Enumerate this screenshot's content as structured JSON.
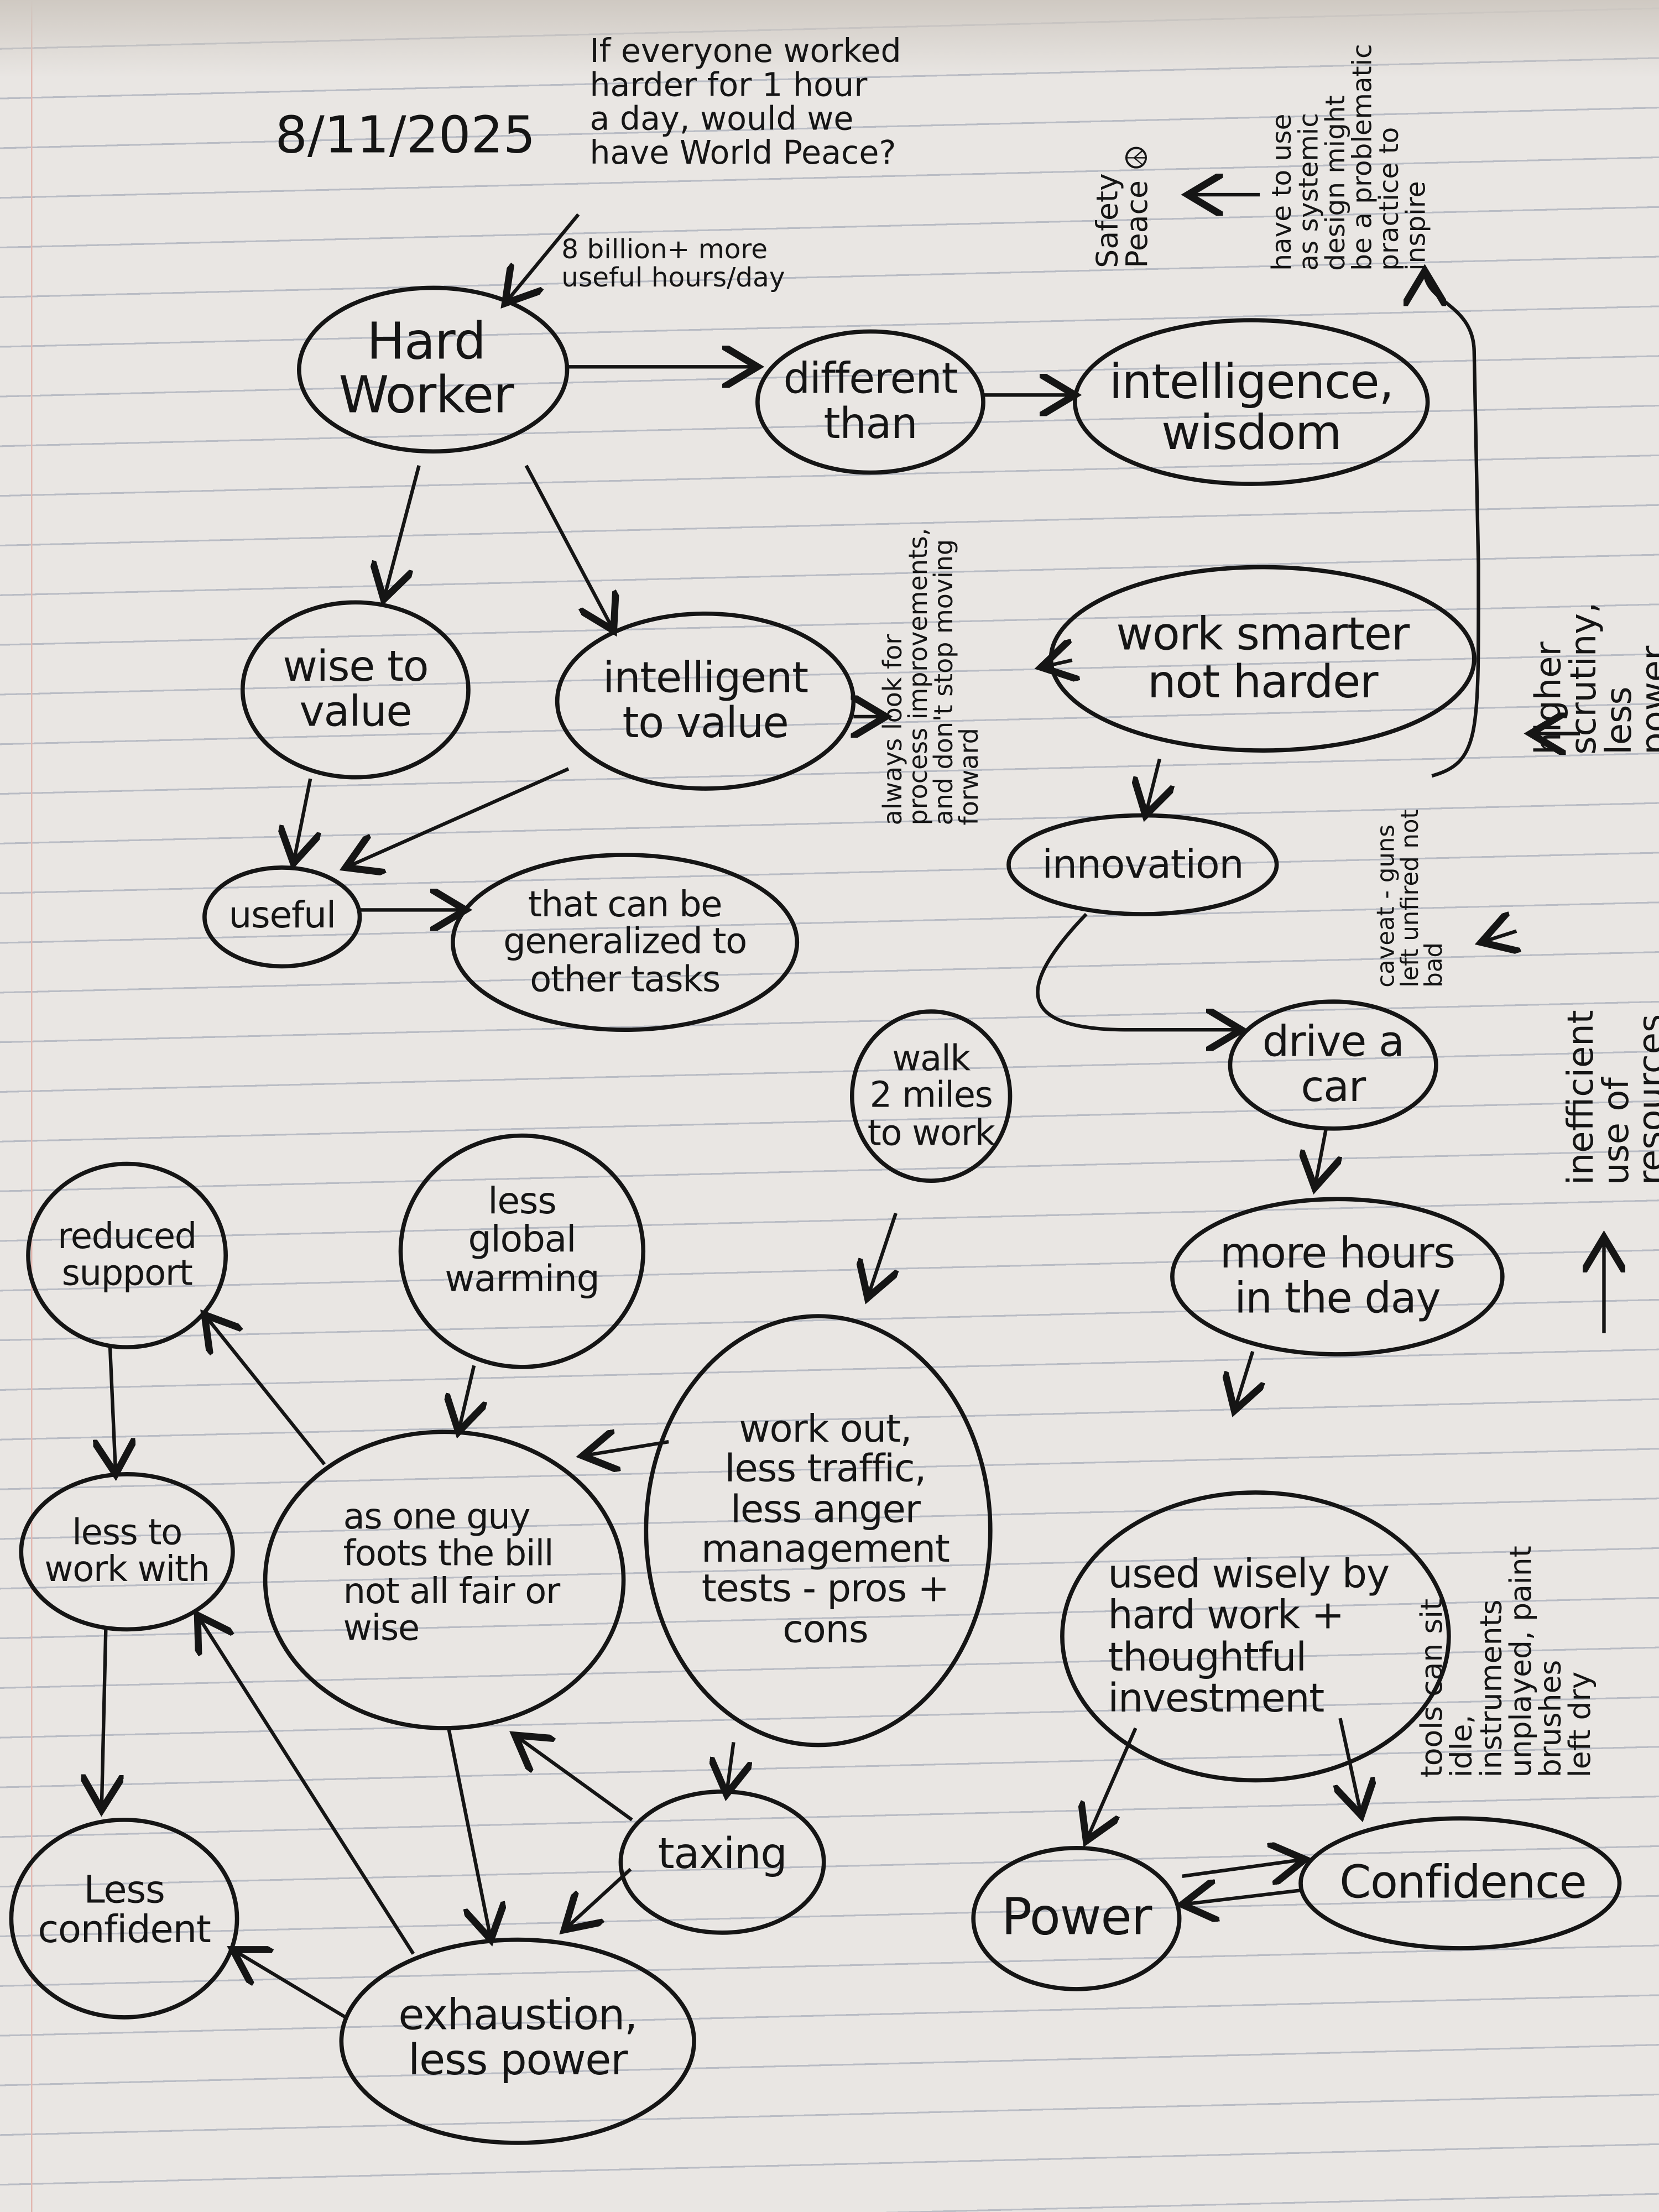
{
  "date": "8/11/2025",
  "question": "If everyone worked\nharder for 1 hour\na day, would we\nhave World Peace?",
  "hours_note": "8 billion+ more\nuseful hours/day",
  "nodes": {
    "hard_worker": "Hard\nWorker",
    "different_than": "different\nthan",
    "intelligence_wisdom": "intelligence,\nwisdom",
    "wise_to_value": "wise to\nvalue",
    "intelligent_to_value": "intelligent\nto value",
    "work_smarter": "work smarter\nnot harder",
    "innovation": "innovation",
    "useful": "useful",
    "generalized": "that can be\ngeneralized to\nother tasks",
    "walk": "walk\n2 miles\nto work",
    "drive_car": "drive a\ncar",
    "reduced_support": "reduced\nsupport",
    "less_global_warming": "less\nglobal\nwarming",
    "more_hours": "more hours\nin the day",
    "work_out": "work out,\nless traffic,\nless anger\nmanagement\ntests - pros +\ncons",
    "used_wisely": "used wisely by\nhard work +\nthoughtful\ninvestment",
    "one_guy": "as one guy\nfoots the bill\nnot all fair or\nwise",
    "less_to_work_with": "less to\nwork with",
    "taxing": "taxing",
    "less_confident": "Less\nconfident",
    "power": "Power",
    "confidence": "Confidence",
    "exhaustion": "exhaustion,\nless power"
  },
  "annotations": {
    "safety_peace": "Safety\nPeace ☮",
    "systemic_design": "have to use\nas systemic\ndesign might\nbe a problematic\npractice to\ninspire",
    "always_look": "always look for\nprocess improvements,\nand don't stop moving\nforward",
    "higher_scrutiny": "higher scrutiny, less\npower, less confidence",
    "caveat": "caveat - guns\nleft unfired not\nbad",
    "inefficient": "inefficient use of\nresources",
    "tools_idle": "tools can sit\nidle, instruments\nunplayed, paint brushes\nleft dry"
  }
}
